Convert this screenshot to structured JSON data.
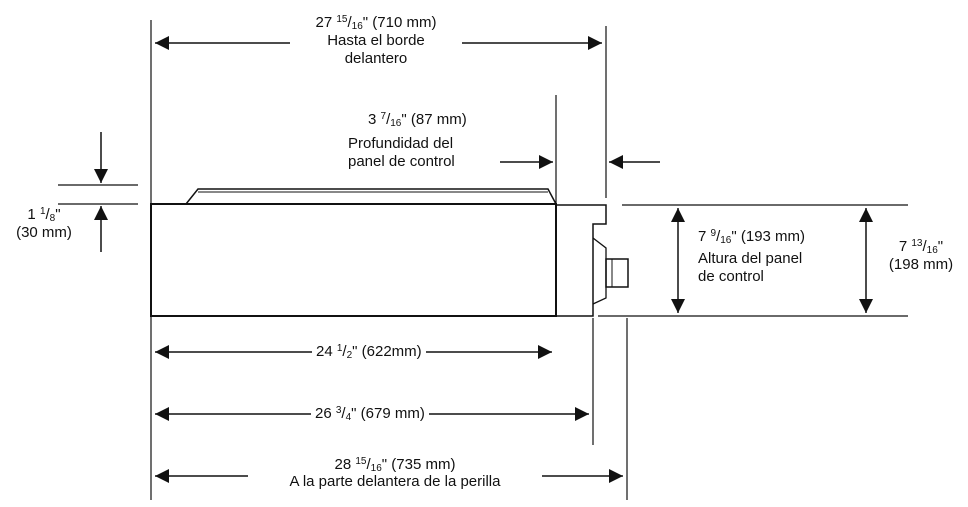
{
  "dims": {
    "top_width": {
      "whole": "27",
      "num": "15",
      "den": "16",
      "suffix": "\" (710 mm)",
      "caption1": "Hasta el borde",
      "caption2": "delantero"
    },
    "panel_depth": {
      "whole": "3",
      "num": "7",
      "den": "16",
      "suffix": "\" (87 mm)",
      "caption1": "Profundidad del",
      "caption2": "panel de control"
    },
    "top_thickness": {
      "whole": "1",
      "num": "1",
      "den": "8",
      "suffix": "\"",
      "metric": "(30 mm)"
    },
    "panel_height": {
      "whole": "7",
      "num": "9",
      "den": "16",
      "suffix": "\" (193 mm)",
      "caption1": "Altura del panel",
      "caption2": "de control"
    },
    "total_height": {
      "whole": "7",
      "num": "13",
      "den": "16",
      "suffix": "\"",
      "metric": "(198 mm)"
    },
    "body_width": {
      "whole": "24",
      "num": "1",
      "den": "2",
      "suffix": "\" (622mm)"
    },
    "panel_width": {
      "whole": "26",
      "num": "3",
      "den": "4",
      "suffix": "\" (679 mm)"
    },
    "knob_width": {
      "whole": "28",
      "num": "15",
      "den": "16",
      "suffix": "\" (735 mm)",
      "caption1": "A la parte delantera de la perilla"
    }
  }
}
